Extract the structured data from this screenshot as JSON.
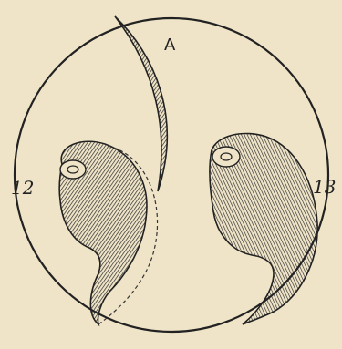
{
  "figure": {
    "labels": {
      "crescent": "A",
      "left_shell": "12",
      "right_shell": "13"
    },
    "colors": {
      "paper": "#efe4c8",
      "ink": "#222222"
    }
  }
}
